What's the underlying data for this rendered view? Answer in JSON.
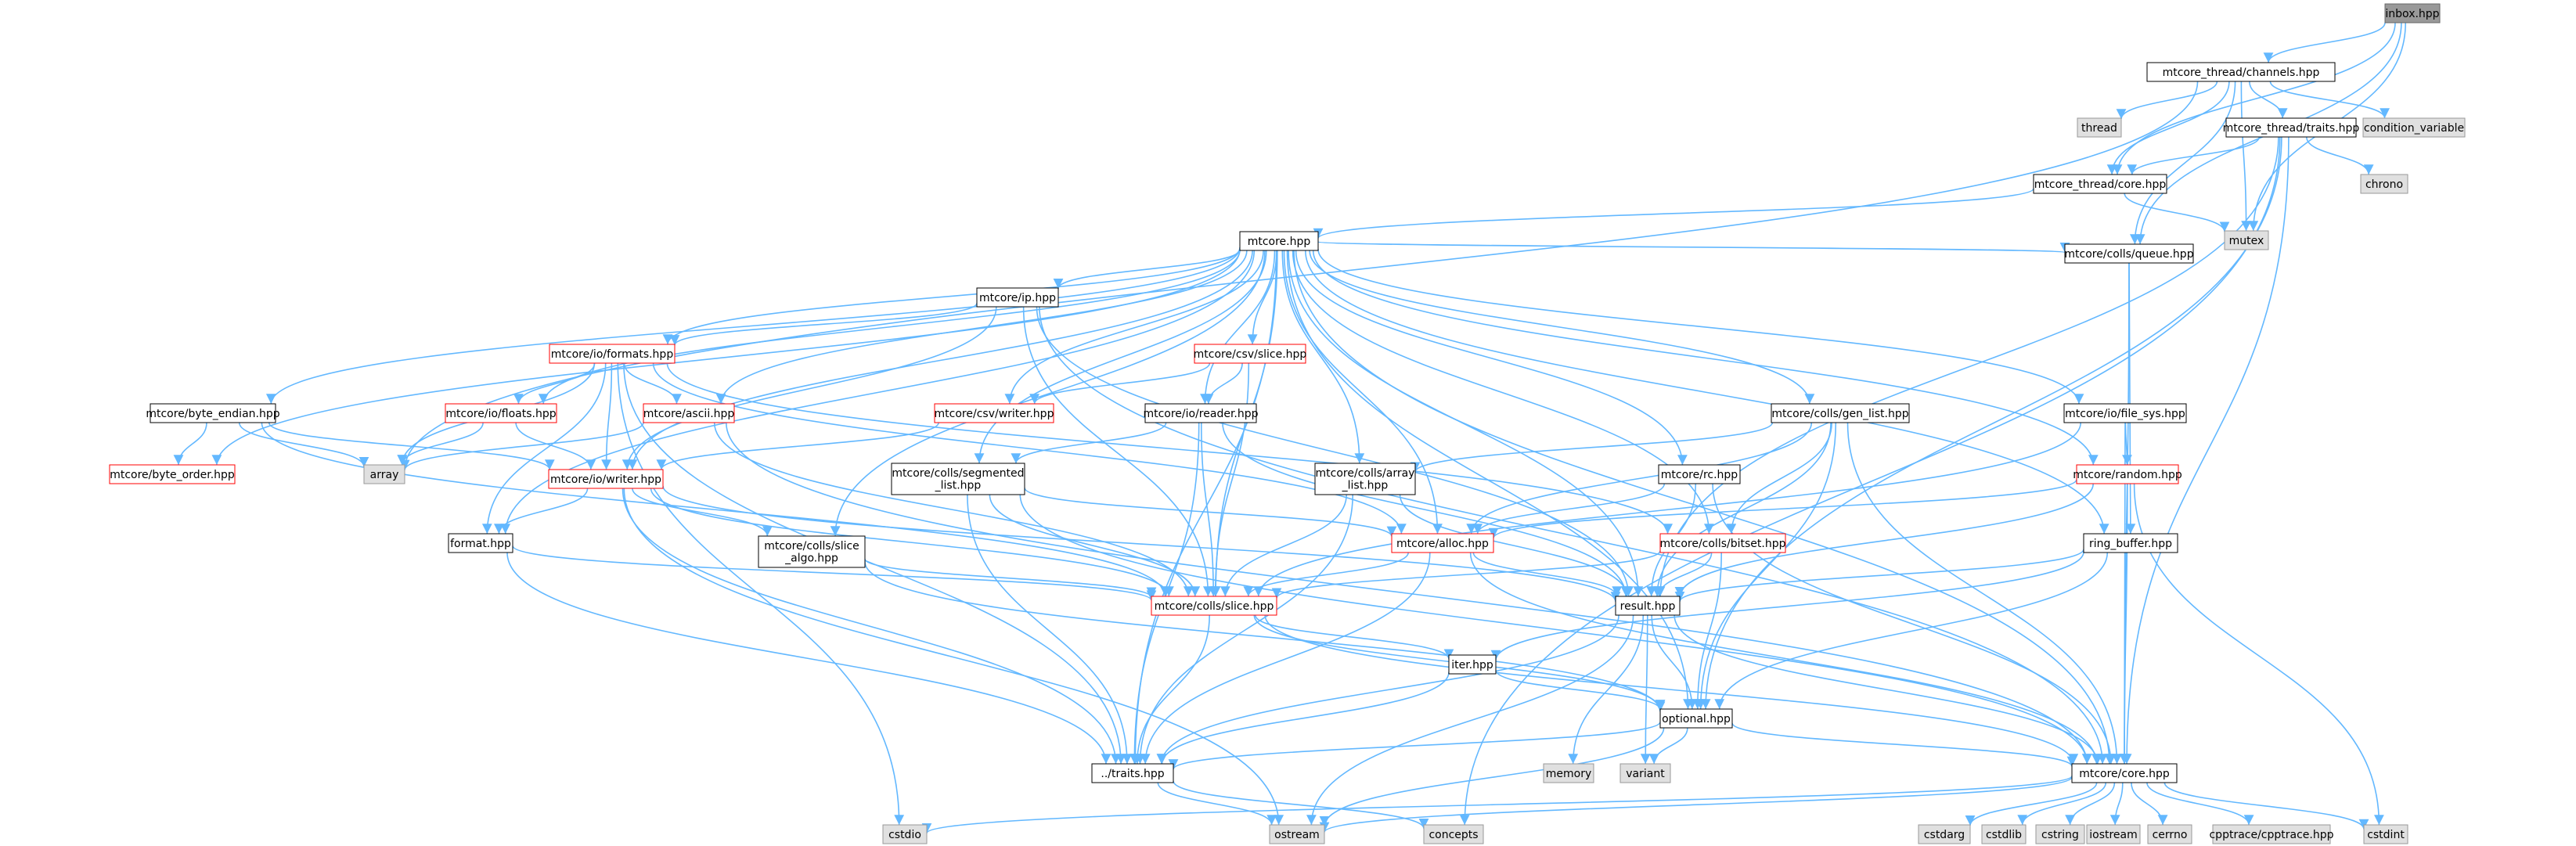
{
  "graph": {
    "title": "inbox.hpp",
    "colors": {
      "edge": "#63b8ff",
      "node_fill": "#ffffff",
      "node_border": "#000000",
      "root_fill": "#999999",
      "root_border": "#666666",
      "external_fill": "#e0e0e0",
      "external_border": "#999999",
      "truncated_border": "#ff0000"
    },
    "nodes": [
      {
        "id": "inbox",
        "label": "inbox.hpp",
        "kind": "root"
      },
      {
        "id": "channels",
        "label": "mtcore_thread/channels.hpp",
        "kind": "normal"
      },
      {
        "id": "thread",
        "label": "thread",
        "kind": "external"
      },
      {
        "id": "condvar",
        "label": "condition_variable",
        "kind": "external"
      },
      {
        "id": "traits_thread",
        "label": "mtcore_thread/traits.hpp",
        "kind": "normal"
      },
      {
        "id": "chrono",
        "label": "chrono",
        "kind": "external"
      },
      {
        "id": "core_thread",
        "label": "mtcore_thread/core.hpp",
        "kind": "normal"
      },
      {
        "id": "mutex",
        "label": "mutex",
        "kind": "external"
      },
      {
        "id": "mtcore",
        "label": "mtcore.hpp",
        "kind": "normal"
      },
      {
        "id": "queue",
        "label": "mtcore/colls/queue.hpp",
        "kind": "normal"
      },
      {
        "id": "ip",
        "label": "mtcore/ip.hpp",
        "kind": "normal"
      },
      {
        "id": "formats",
        "label": "mtcore/io/formats.hpp",
        "kind": "truncated"
      },
      {
        "id": "csvslice",
        "label": "mtcore/csv/slice.hpp",
        "kind": "truncated"
      },
      {
        "id": "csvwriter",
        "label": "mtcore/csv/writer.hpp",
        "kind": "truncated"
      },
      {
        "id": "ioreader",
        "label": "mtcore/io/reader.hpp",
        "kind": "normal"
      },
      {
        "id": "genlist",
        "label": "mtcore/colls/gen_list.hpp",
        "kind": "normal"
      },
      {
        "id": "filesys",
        "label": "mtcore/io/file_sys.hpp",
        "kind": "normal"
      },
      {
        "id": "byteendian",
        "label": "mtcore/byte_endian.hpp",
        "kind": "normal"
      },
      {
        "id": "iofloats",
        "label": "mtcore/io/floats.hpp",
        "kind": "truncated"
      },
      {
        "id": "ascii",
        "label": "mtcore/ascii.hpp",
        "kind": "truncated"
      },
      {
        "id": "array",
        "label": "array",
        "kind": "external"
      },
      {
        "id": "byteorder",
        "label": "mtcore/byte_order.hpp",
        "kind": "truncated"
      },
      {
        "id": "iowriter",
        "label": "mtcore/io/writer.hpp",
        "kind": "truncated"
      },
      {
        "id": "segmented",
        "label": "mtcore/colls/segmented\n_list.hpp",
        "kind": "normal"
      },
      {
        "id": "arraylist",
        "label": "mtcore/colls/array\n_list.hpp",
        "kind": "normal"
      },
      {
        "id": "rc",
        "label": "mtcore/rc.hpp",
        "kind": "normal"
      },
      {
        "id": "random",
        "label": "mtcore/random.hpp",
        "kind": "truncated"
      },
      {
        "id": "format",
        "label": "format.hpp",
        "kind": "normal"
      },
      {
        "id": "slicealgo",
        "label": "mtcore/colls/slice\n_algo.hpp",
        "kind": "normal"
      },
      {
        "id": "alloc",
        "label": "mtcore/alloc.hpp",
        "kind": "truncated"
      },
      {
        "id": "bitset",
        "label": "mtcore/colls/bitset.hpp",
        "kind": "truncated"
      },
      {
        "id": "ringbuf",
        "label": "ring_buffer.hpp",
        "kind": "normal"
      },
      {
        "id": "slice",
        "label": "mtcore/colls/slice.hpp",
        "kind": "truncated"
      },
      {
        "id": "result",
        "label": "result.hpp",
        "kind": "normal"
      },
      {
        "id": "iter",
        "label": "iter.hpp",
        "kind": "normal"
      },
      {
        "id": "optional",
        "label": "optional.hpp",
        "kind": "normal"
      },
      {
        "id": "memory",
        "label": "memory",
        "kind": "external"
      },
      {
        "id": "variant",
        "label": "variant",
        "kind": "external"
      },
      {
        "id": "traits",
        "label": "../traits.hpp",
        "kind": "normal"
      },
      {
        "id": "core",
        "label": "mtcore/core.hpp",
        "kind": "normal"
      },
      {
        "id": "cstdio",
        "label": "cstdio",
        "kind": "external"
      },
      {
        "id": "ostream",
        "label": "ostream",
        "kind": "external"
      },
      {
        "id": "concepts",
        "label": "concepts",
        "kind": "external"
      },
      {
        "id": "cstdarg",
        "label": "cstdarg",
        "kind": "external"
      },
      {
        "id": "cstdlib",
        "label": "cstdlib",
        "kind": "external"
      },
      {
        "id": "cstring",
        "label": "cstring",
        "kind": "external"
      },
      {
        "id": "iostream",
        "label": "iostream",
        "kind": "external"
      },
      {
        "id": "cerrno",
        "label": "cerrno",
        "kind": "external"
      },
      {
        "id": "cpptrace",
        "label": "cpptrace/cpptrace.hpp",
        "kind": "external"
      },
      {
        "id": "cstdint",
        "label": "cstdint",
        "kind": "external"
      }
    ],
    "edges": [
      [
        "inbox",
        "channels"
      ],
      [
        "inbox",
        "core_thread"
      ],
      [
        "inbox",
        "mutex"
      ],
      [
        "inbox",
        "queue"
      ],
      [
        "channels",
        "array"
      ],
      [
        "channels",
        "thread"
      ],
      [
        "channels",
        "condvar"
      ],
      [
        "channels",
        "traits_thread"
      ],
      [
        "channels",
        "core_thread"
      ],
      [
        "channels",
        "mutex"
      ],
      [
        "channels",
        "queue"
      ],
      [
        "traits_thread",
        "chrono"
      ],
      [
        "traits_thread",
        "core_thread"
      ],
      [
        "traits_thread",
        "result"
      ],
      [
        "traits_thread",
        "optional"
      ],
      [
        "traits_thread",
        "core"
      ],
      [
        "traits_thread",
        "concepts"
      ],
      [
        "core_thread",
        "mtcore"
      ],
      [
        "core_thread",
        "mutex"
      ],
      [
        "mtcore",
        "ip"
      ],
      [
        "mtcore",
        "formats"
      ],
      [
        "mtcore",
        "csvslice"
      ],
      [
        "mtcore",
        "csvwriter"
      ],
      [
        "mtcore",
        "ioreader"
      ],
      [
        "mtcore",
        "genlist"
      ],
      [
        "mtcore",
        "filesys"
      ],
      [
        "mtcore",
        "queue"
      ],
      [
        "mtcore",
        "byteendian"
      ],
      [
        "mtcore",
        "iofloats"
      ],
      [
        "mtcore",
        "ascii"
      ],
      [
        "mtcore",
        "byteorder"
      ],
      [
        "mtcore",
        "iowriter"
      ],
      [
        "mtcore",
        "segmented"
      ],
      [
        "mtcore",
        "arraylist"
      ],
      [
        "mtcore",
        "rc"
      ],
      [
        "mtcore",
        "random"
      ],
      [
        "mtcore",
        "format"
      ],
      [
        "mtcore",
        "slicealgo"
      ],
      [
        "mtcore",
        "alloc"
      ],
      [
        "mtcore",
        "bitset"
      ],
      [
        "mtcore",
        "ringbuf"
      ],
      [
        "mtcore",
        "slice"
      ],
      [
        "mtcore",
        "result"
      ],
      [
        "mtcore",
        "optional"
      ],
      [
        "mtcore",
        "traits"
      ],
      [
        "mtcore",
        "core"
      ],
      [
        "ip",
        "formats"
      ],
      [
        "ip",
        "iowriter"
      ],
      [
        "ip",
        "slice"
      ],
      [
        "ip",
        "result"
      ],
      [
        "ip",
        "core"
      ],
      [
        "formats",
        "iofloats"
      ],
      [
        "formats",
        "ascii"
      ],
      [
        "formats",
        "iowriter"
      ],
      [
        "formats",
        "format"
      ],
      [
        "formats",
        "array"
      ],
      [
        "formats",
        "alloc"
      ],
      [
        "formats",
        "bitset"
      ],
      [
        "formats",
        "traits"
      ],
      [
        "formats",
        "cstdio"
      ],
      [
        "csvslice",
        "csvwriter"
      ],
      [
        "csvslice",
        "ioreader"
      ],
      [
        "csvslice",
        "slice"
      ],
      [
        "csvwriter",
        "iowriter"
      ],
      [
        "ioreader",
        "segmented"
      ],
      [
        "ioreader",
        "slice"
      ],
      [
        "ioreader",
        "result"
      ],
      [
        "ioreader",
        "traits"
      ],
      [
        "genlist",
        "arraylist"
      ],
      [
        "genlist",
        "alloc"
      ],
      [
        "genlist",
        "bitset"
      ],
      [
        "genlist",
        "result"
      ],
      [
        "genlist",
        "optional"
      ],
      [
        "genlist",
        "core"
      ],
      [
        "filesys",
        "random"
      ],
      [
        "filesys",
        "slice"
      ],
      [
        "filesys",
        "core"
      ],
      [
        "queue",
        "ringbuf"
      ],
      [
        "queue",
        "core"
      ],
      [
        "byteendian",
        "byteorder"
      ],
      [
        "byteendian",
        "array"
      ],
      [
        "byteendian",
        "iowriter"
      ],
      [
        "byteendian",
        "slice"
      ],
      [
        "iofloats",
        "array"
      ],
      [
        "iofloats",
        "iowriter"
      ],
      [
        "ascii",
        "array"
      ],
      [
        "ascii",
        "slice"
      ],
      [
        "ascii",
        "core"
      ],
      [
        "iowriter",
        "format"
      ],
      [
        "iowriter",
        "slicealgo"
      ],
      [
        "iowriter",
        "slice"
      ],
      [
        "iowriter",
        "result"
      ],
      [
        "iowriter",
        "traits"
      ],
      [
        "iowriter",
        "ostream"
      ],
      [
        "segmented",
        "alloc"
      ],
      [
        "segmented",
        "slice"
      ],
      [
        "segmented",
        "traits"
      ],
      [
        "segmented",
        "core"
      ],
      [
        "arraylist",
        "slice"
      ],
      [
        "arraylist",
        "traits"
      ],
      [
        "arraylist",
        "result"
      ],
      [
        "rc",
        "alloc"
      ],
      [
        "rc",
        "result"
      ],
      [
        "rc",
        "core"
      ],
      [
        "random",
        "alloc"
      ],
      [
        "random",
        "core"
      ],
      [
        "random",
        "cstdint"
      ],
      [
        "random",
        "result"
      ],
      [
        "format",
        "slice"
      ],
      [
        "format",
        "traits"
      ],
      [
        "slicealgo",
        "slice"
      ],
      [
        "slicealgo",
        "optional"
      ],
      [
        "alloc",
        "slice"
      ],
      [
        "alloc",
        "result"
      ],
      [
        "alloc",
        "traits"
      ],
      [
        "alloc",
        "core"
      ],
      [
        "bitset",
        "slice"
      ],
      [
        "bitset",
        "result"
      ],
      [
        "bitset",
        "optional"
      ],
      [
        "ringbuf",
        "result"
      ],
      [
        "ringbuf",
        "optional"
      ],
      [
        "ringbuf",
        "iter"
      ],
      [
        "slice",
        "iter"
      ],
      [
        "slice",
        "optional"
      ],
      [
        "slice",
        "traits"
      ],
      [
        "slice",
        "core"
      ],
      [
        "result",
        "optional"
      ],
      [
        "result",
        "memory"
      ],
      [
        "result",
        "variant"
      ],
      [
        "result",
        "traits"
      ],
      [
        "result",
        "core"
      ],
      [
        "result",
        "ostream"
      ],
      [
        "iter",
        "optional"
      ],
      [
        "iter",
        "traits"
      ],
      [
        "optional",
        "traits"
      ],
      [
        "optional",
        "variant"
      ],
      [
        "optional",
        "core"
      ],
      [
        "optional",
        "ostream"
      ],
      [
        "traits",
        "ostream"
      ],
      [
        "traits",
        "concepts"
      ],
      [
        "core",
        "cstdio"
      ],
      [
        "core",
        "ostream"
      ],
      [
        "core",
        "cstdarg"
      ],
      [
        "core",
        "cstdlib"
      ],
      [
        "core",
        "cstring"
      ],
      [
        "core",
        "iostream"
      ],
      [
        "core",
        "cerrno"
      ],
      [
        "core",
        "cpptrace"
      ],
      [
        "core",
        "cstdint"
      ]
    ]
  }
}
